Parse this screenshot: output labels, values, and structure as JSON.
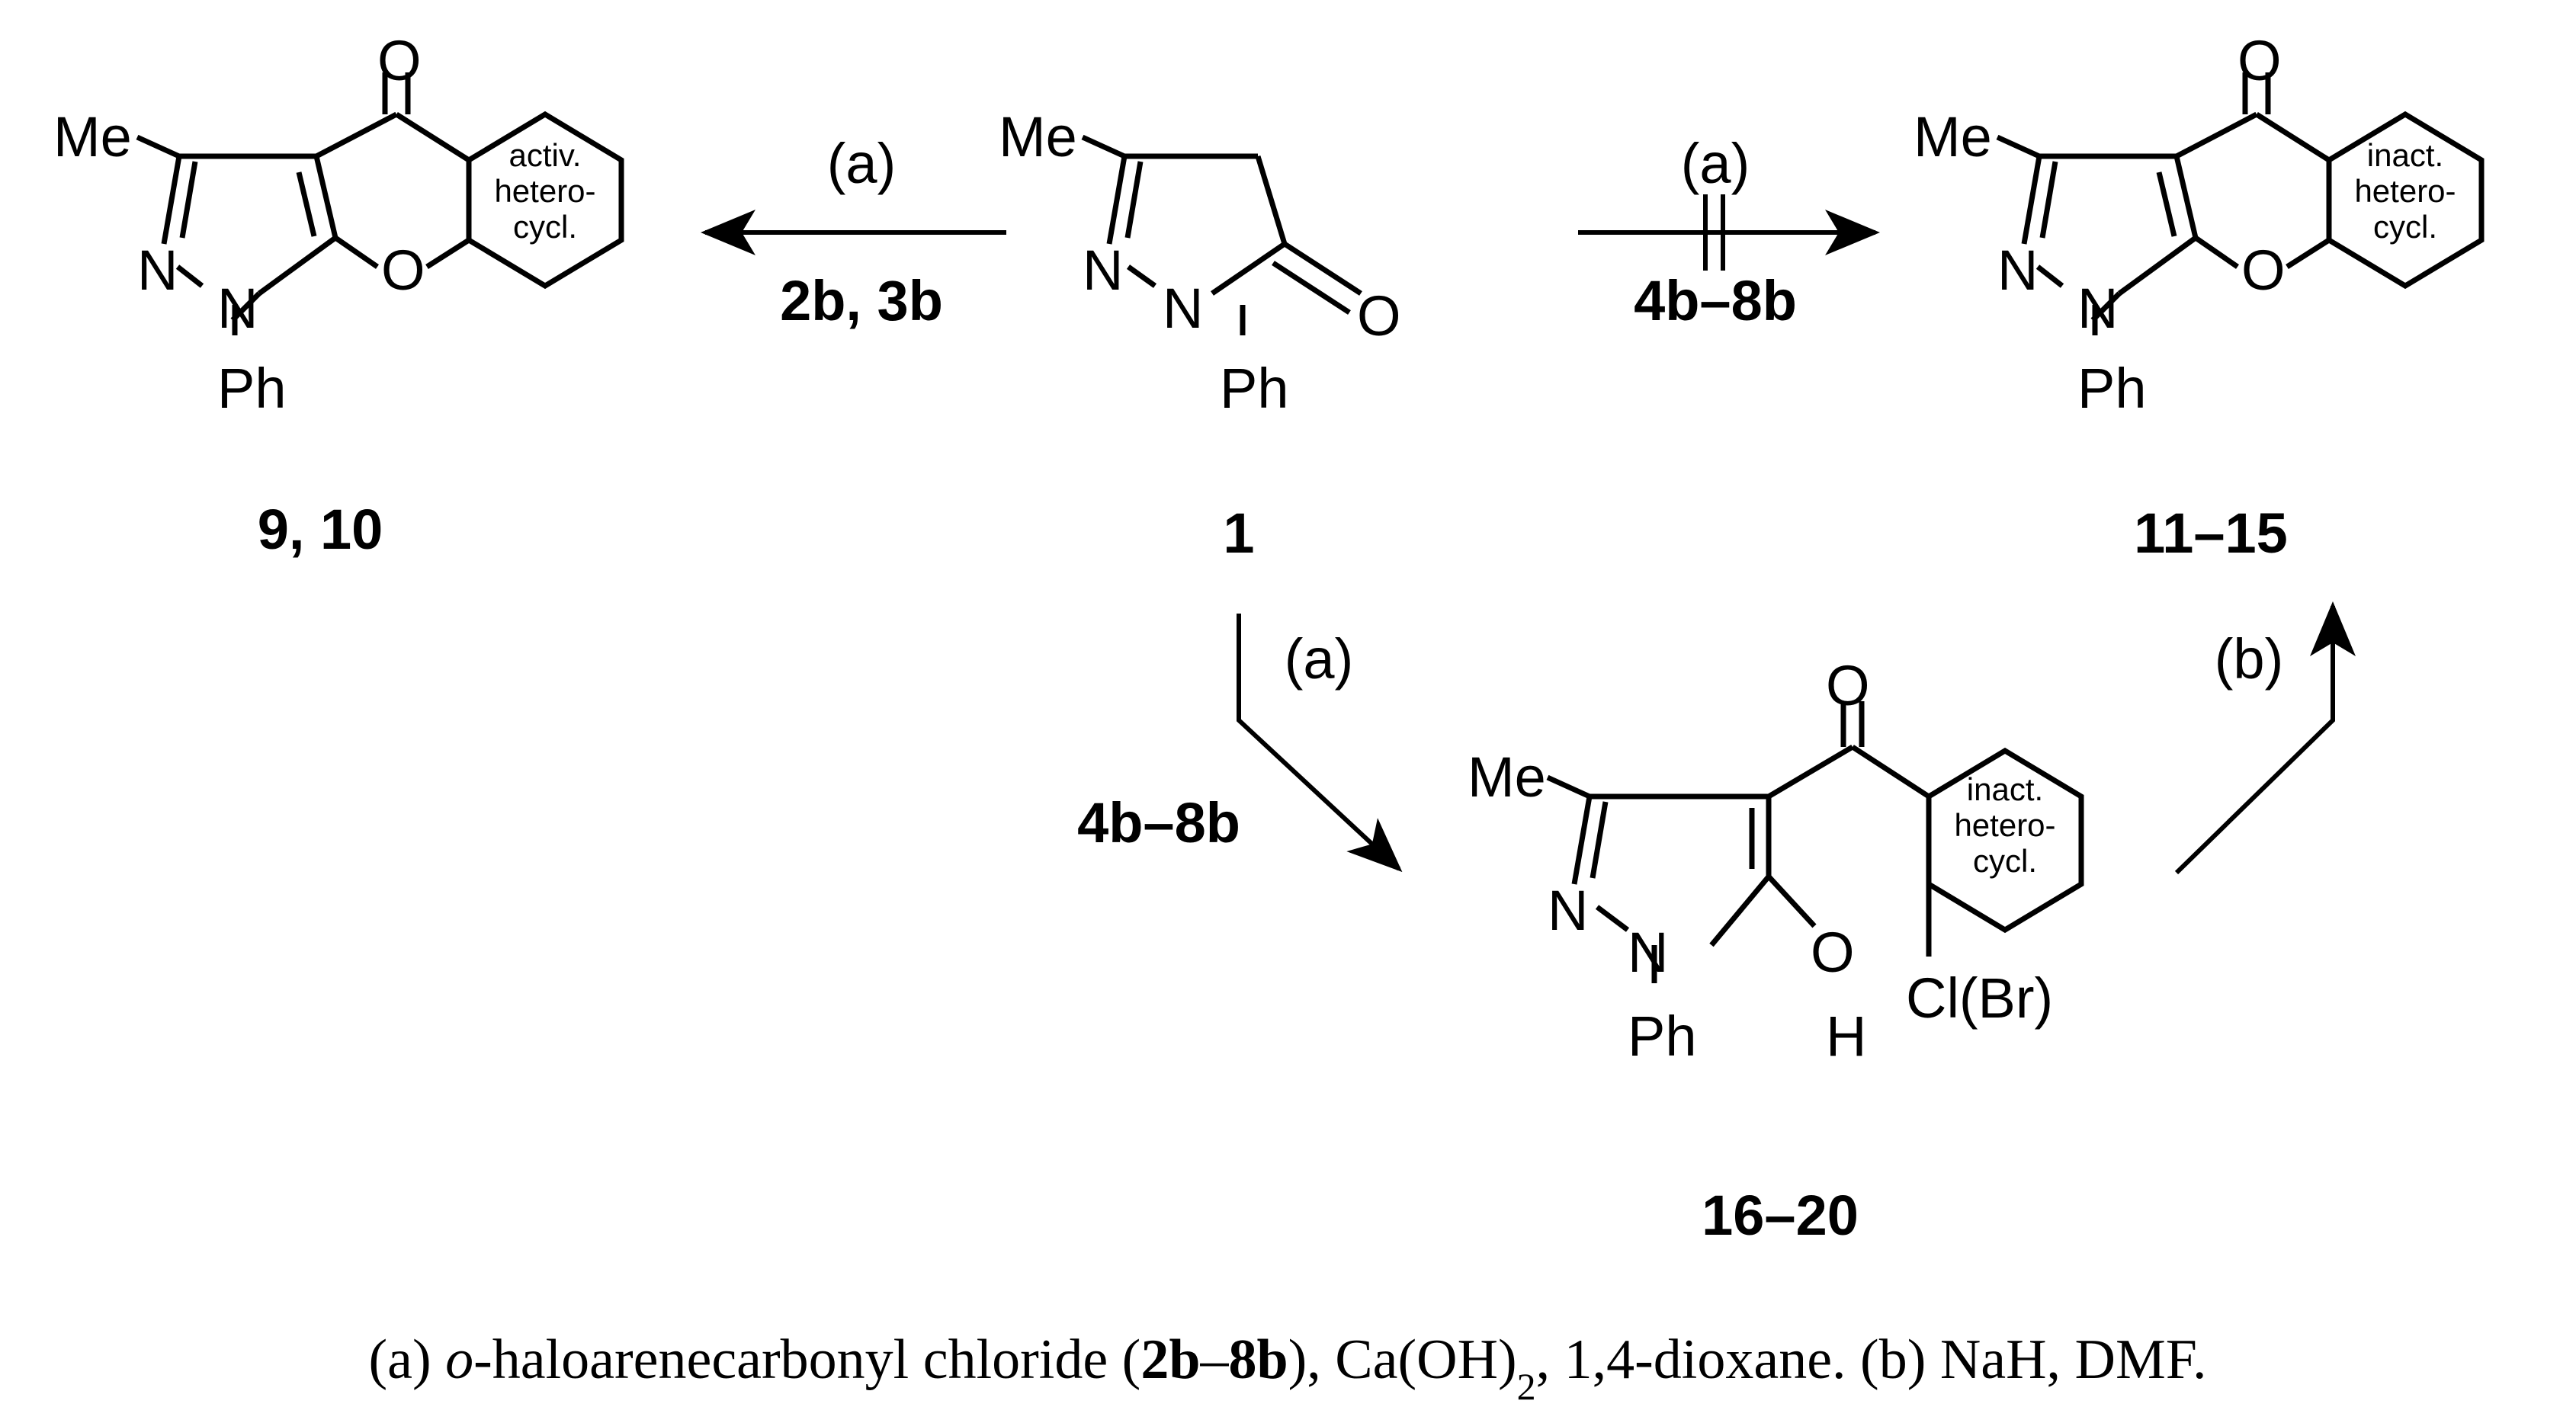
{
  "atoms": {
    "me": "Me",
    "n": "N",
    "o": "O",
    "ph": "Ph",
    "h": "H",
    "cl_br": "Cl(Br)"
  },
  "ring_labels": {
    "activ": [
      "activ.",
      "hetero-",
      "cycl."
    ],
    "inact": [
      "inact.",
      "hetero-",
      "cycl."
    ]
  },
  "compounds": {
    "start": "1",
    "product_left": "9, 10",
    "product_right": "11–15",
    "intermediate": "16–20"
  },
  "arrows": {
    "left": {
      "condition": "(a)",
      "reagents": "2b, 3b"
    },
    "right_blocked": {
      "condition": "(a)",
      "reagents": "4b–8b"
    },
    "down": {
      "condition": "(a)",
      "reagents": "4b–8b"
    },
    "up": {
      "condition": "(b)"
    }
  },
  "caption": {
    "a_label": "(a) ",
    "a_italic": "o",
    "a_text1": "-haloarenecarbonyl chloride (",
    "a_bold1": "2b",
    "a_dash": "–",
    "a_bold2": "8b",
    "a_text2": "), Ca(OH)",
    "a_sub": "2",
    "a_text3": ", 1,4-dioxane. (b) NaH, DMF."
  }
}
